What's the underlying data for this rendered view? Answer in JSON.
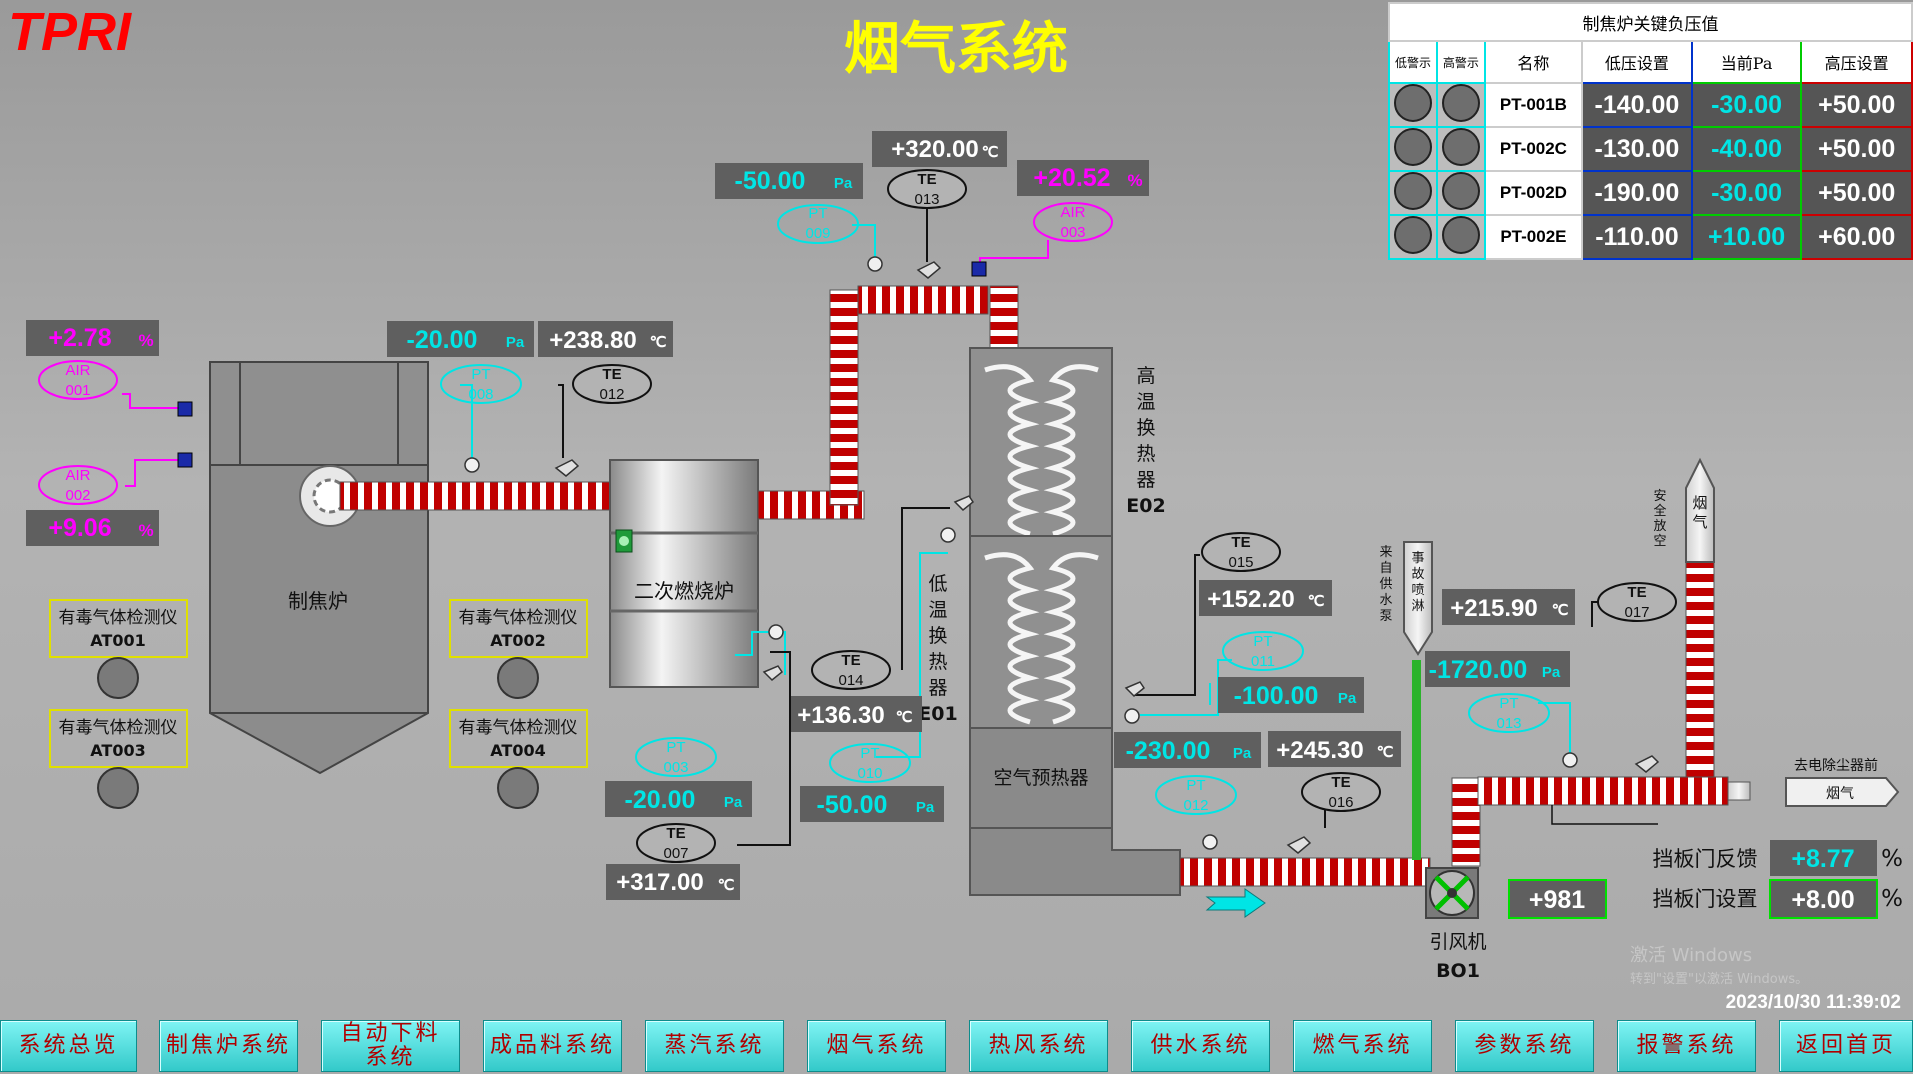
{
  "brand": {
    "logo": "TPRI",
    "title": "烟气系统"
  },
  "pressure_table": {
    "title": "制焦炉关键负压值",
    "headers": [
      "低警示",
      "高警示",
      "名称",
      "低压设置",
      "当前Pa",
      "高压设置"
    ],
    "rows": [
      {
        "name": "PT-001B",
        "low": "-140.00",
        "current": "-30.00",
        "high": "+50.00"
      },
      {
        "name": "PT-002C",
        "low": "-130.00",
        "current": "-40.00",
        "high": "+50.00"
      },
      {
        "name": "PT-002D",
        "low": "-190.00",
        "current": "-30.00",
        "high": "+50.00"
      },
      {
        "name": "PT-002E",
        "low": "-110.00",
        "current": "+10.00",
        "high": "+60.00"
      }
    ]
  },
  "units": {
    "pa": "Pa",
    "celsius": "℃",
    "percent": "%"
  },
  "instruments": {
    "pt009": {
      "line1": "PT",
      "line2": "009",
      "value": "-50.00"
    },
    "te013": {
      "line1": "TE",
      "line2": "013",
      "value": "+320.00"
    },
    "air003": {
      "line1": "AIR",
      "line2": "003",
      "value": "+20.52"
    },
    "air001": {
      "line1": "AIR",
      "line2": "001",
      "value": "+2.78"
    },
    "air002": {
      "line1": "AIR",
      "line2": "002",
      "value": "+9.06"
    },
    "pt008": {
      "line1": "PT",
      "line2": "008",
      "value": "-20.00"
    },
    "te012": {
      "line1": "TE",
      "line2": "012",
      "value": "+238.80"
    },
    "te014": {
      "line1": "TE",
      "line2": "014",
      "value": "+136.30"
    },
    "pt003": {
      "line1": "PT",
      "line2": "003",
      "value": "-20.00"
    },
    "te007": {
      "line1": "TE",
      "line2": "007",
      "value": "+317.00"
    },
    "pt010": {
      "line1": "PT",
      "line2": "010",
      "value": "-50.00"
    },
    "te015": {
      "line1": "TE",
      "line2": "015",
      "value": "+152.20"
    },
    "pt011": {
      "line1": "PT",
      "line2": "011",
      "value": "-100.00"
    },
    "pt012": {
      "line1": "PT",
      "line2": "012",
      "value": "-230.00"
    },
    "te016": {
      "line1": "TE",
      "line2": "016",
      "value": "+245.30"
    },
    "pt013": {
      "line1": "PT",
      "line2": "013",
      "value": "-1720.00"
    },
    "te017": {
      "line1": "TE",
      "line2": "017",
      "value": "+215.90"
    }
  },
  "equipment": {
    "furnace": "制焦炉",
    "secondary": "二次燃烧炉",
    "hx_high": [
      "高",
      "温",
      "换",
      "热",
      "器"
    ],
    "hx_high_id": "E02",
    "hx_low": [
      "低",
      "温",
      "换",
      "热",
      "器"
    ],
    "hx_low_id": "E01",
    "air_preheater": "空气预热器",
    "fan": "引风机",
    "fan_id": "BO1",
    "fan_speed": "+981",
    "emergency_spray": [
      "事",
      "故",
      "喷",
      "淋"
    ],
    "water_source": [
      "来",
      "自",
      "供",
      "水",
      "泵"
    ],
    "safety_vent": [
      "安",
      "全",
      "放",
      "空"
    ],
    "flue_gas_stack": [
      "烟",
      "气"
    ],
    "to_dust": "去电除尘器前",
    "to_dust_arrow": "烟气",
    "damper_feedback_label": "挡板门反馈",
    "damper_feedback_value": "+8.77",
    "damper_set_label": "挡板门设置",
    "damper_set_value": "+8.00"
  },
  "gas_detectors": [
    {
      "label": "有毒气体检测仪",
      "id": "AT001"
    },
    {
      "label": "有毒气体检测仪",
      "id": "AT002"
    },
    {
      "label": "有毒气体检测仪",
      "id": "AT003"
    },
    {
      "label": "有毒气体检测仪",
      "id": "AT004"
    }
  ],
  "watermark": {
    "line1": "激活 Windows",
    "line2": "转到\"设置\"以激活 Windows。"
  },
  "timestamp": "2023/10/30 11:39:02",
  "nav": [
    "系统总览",
    "制焦炉系统",
    "自动下料\n系统",
    "成品料系统",
    "蒸汽系统",
    "烟气系统",
    "热风系统",
    "供水系统",
    "燃气系统",
    "参数系统",
    "报警系统",
    "返回首页"
  ],
  "colors": {
    "pipe_red": "#c00000",
    "cyan": "#00e5e5",
    "magenta": "#ff00ff",
    "value_bg": "#5f5f5f",
    "title_yellow": "#ffff00",
    "nav_text": "#b00000"
  }
}
